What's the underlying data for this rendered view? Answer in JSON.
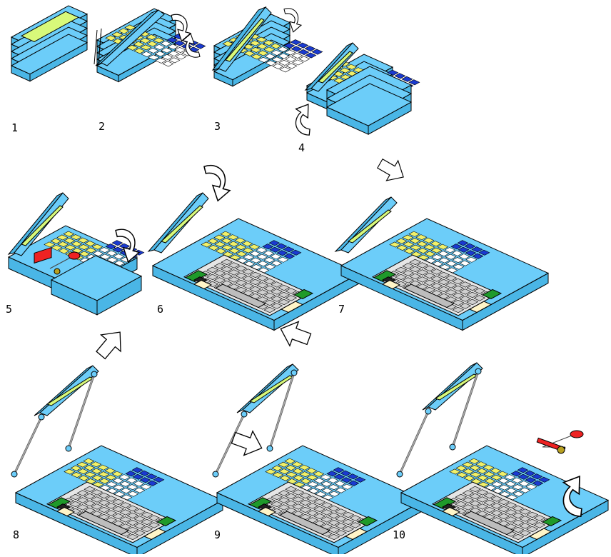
{
  "colors": {
    "case": "#6ccdf9",
    "case_side": "#4ab6e6",
    "screen": "#d8f97a",
    "outline": "#000000",
    "key": "#cfcfcf",
    "key_blue": "#1a3ad0",
    "key_yellow": "#f0f06a",
    "green_block": "#1f9a2a",
    "cream": "#fff5c8",
    "red": "#ee2222",
    "olive": "#b8a020",
    "rod": "#aaaaaa"
  },
  "steps": [
    {
      "label": "1",
      "stage": "closed"
    },
    {
      "label": "2",
      "stage": "lid-open"
    },
    {
      "label": "3",
      "stage": "lid-open-rotate"
    },
    {
      "label": "4",
      "stage": "slide-cover"
    },
    {
      "label": "5",
      "stage": "cover-open-pen"
    },
    {
      "label": "6",
      "stage": "keyboard-open"
    },
    {
      "label": "7",
      "stage": "keyboard-open-tilt"
    },
    {
      "label": "8",
      "stage": "screen-lifted"
    },
    {
      "label": "9",
      "stage": "screen-lifted-push"
    },
    {
      "label": "10",
      "stage": "screen-lifted-pen"
    }
  ]
}
